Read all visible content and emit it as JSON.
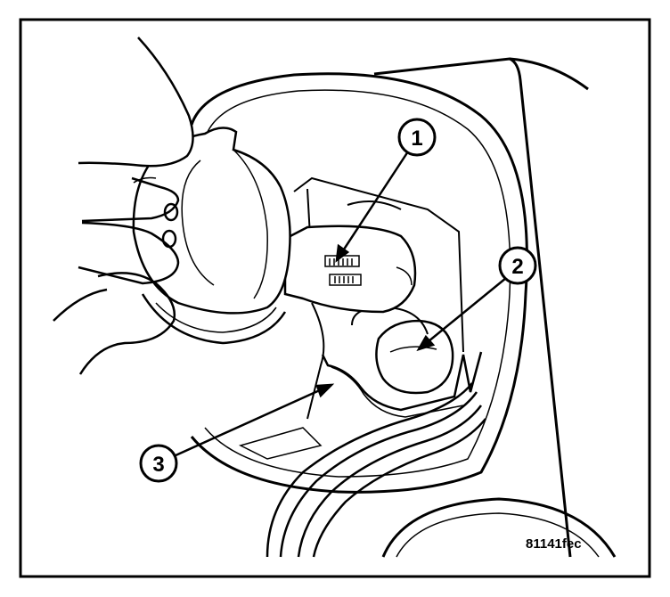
{
  "figure": {
    "id_label": "81141fec",
    "callouts": [
      {
        "number": "1"
      },
      {
        "number": "2"
      },
      {
        "number": "3"
      }
    ]
  }
}
